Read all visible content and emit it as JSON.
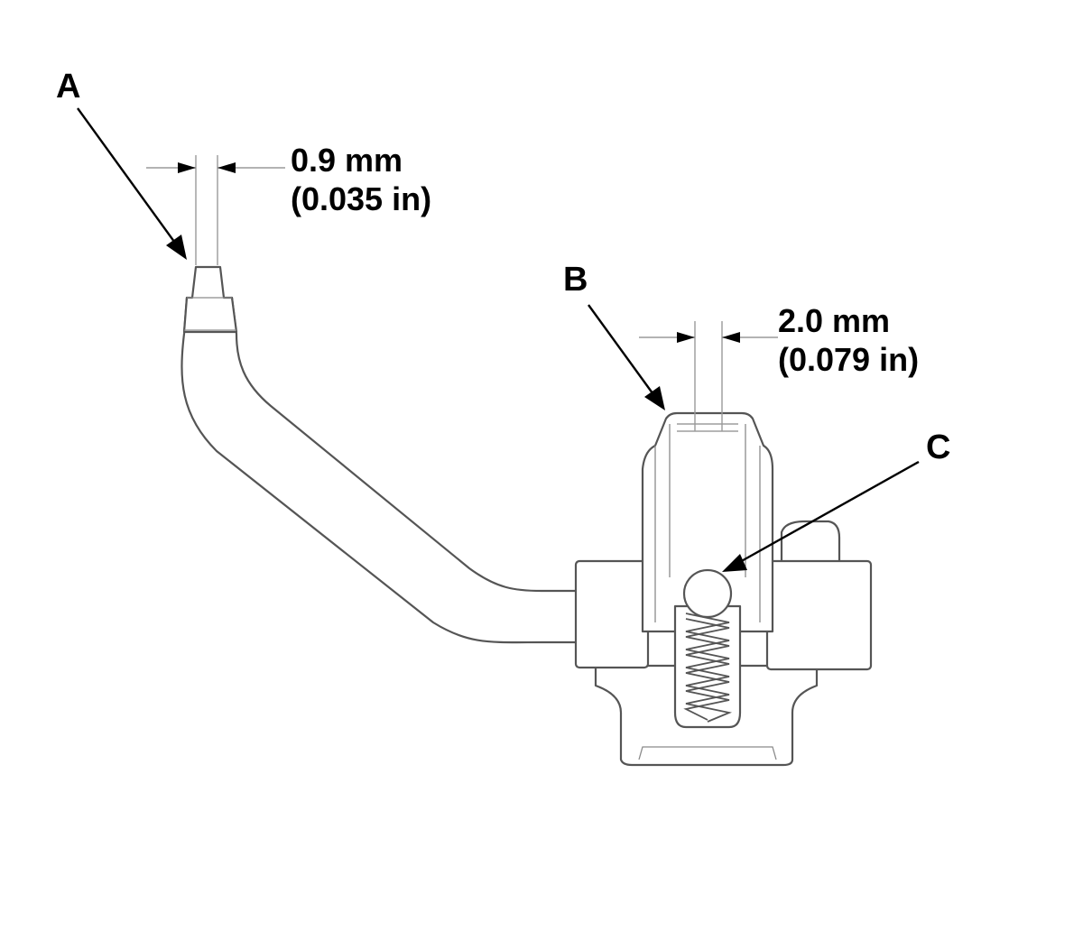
{
  "callouts": {
    "a": "A",
    "b": "B",
    "c": "C"
  },
  "dimensions": {
    "a_metric": "0.9 mm",
    "a_imperial": "(0.035 in)",
    "b_metric": "2.0 mm",
    "b_imperial": "(0.079 in)"
  }
}
